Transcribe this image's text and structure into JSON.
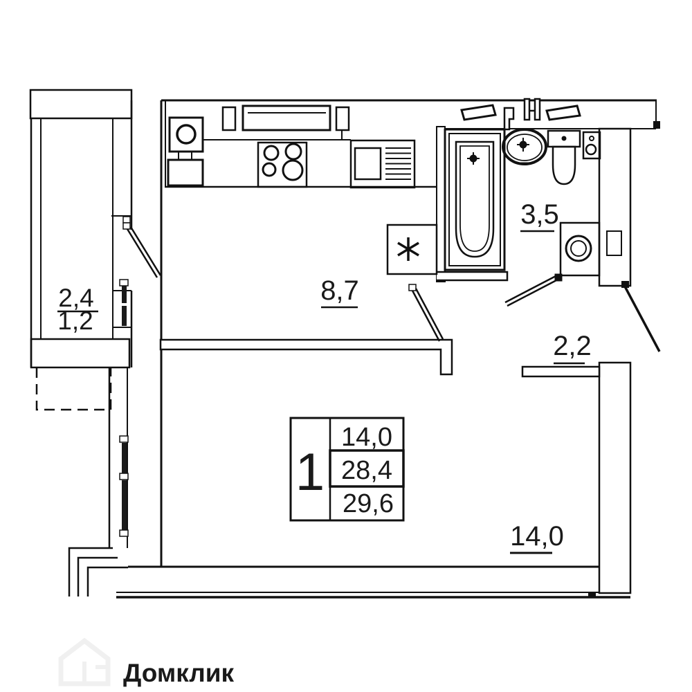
{
  "plan": {
    "stamp": {
      "rooms_count": "1",
      "living_area": "14,0",
      "total_area": "28,4",
      "total_area_with_summer": "29,6"
    },
    "labels": {
      "kitchen": "8,7",
      "bathroom": "3,5",
      "hallway": "2,2",
      "living_room": "14,0",
      "balcony_full": "2,4",
      "balcony_reduced": "1,2"
    }
  },
  "watermark": {
    "brand": "Домклик"
  },
  "colors": {
    "line": "#111111",
    "background": "#ffffff",
    "text": "#1a1a1a",
    "watermark": "#f0f0f0"
  }
}
